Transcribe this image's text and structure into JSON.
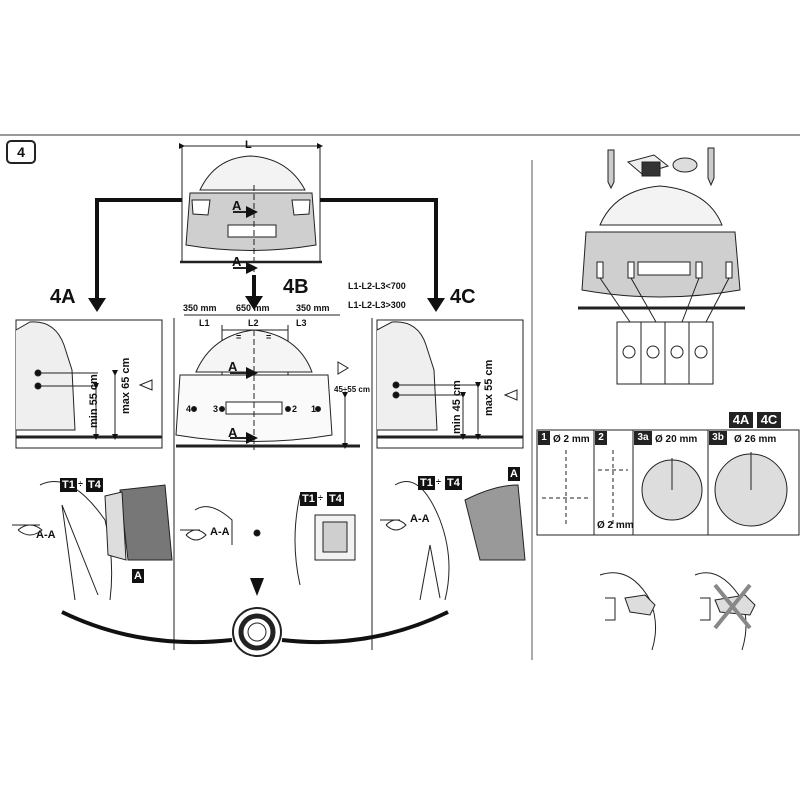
{
  "step_number": "4",
  "top_car": {
    "width_label": "L",
    "arrow_label_upper": "A",
    "arrow_label_lower": "A"
  },
  "variants": {
    "a": "4A",
    "b": "4B",
    "c": "4C"
  },
  "conditions": {
    "line1": "L1-L2-L3<700",
    "line2": "L1-L2-L3>300"
  },
  "dims_4b": {
    "l1_value": "350 mm",
    "l2_value": "650 mm",
    "l3_value": "350 mm",
    "l1": "L1",
    "l2": "L2",
    "l3": "L3",
    "eq1": "=",
    "eq2": "=",
    "pos1": "1",
    "pos2": "2",
    "pos3": "3",
    "pos4": "4",
    "height_range": "45÷55 cm",
    "arrow_upper": "A",
    "arrow_lower": "A"
  },
  "panel_4a": {
    "min": "min 55 cm",
    "max": "max 65 cm"
  },
  "panel_4c": {
    "min": "min 45 cm",
    "max": "max 55 cm"
  },
  "tools": {
    "t1": "T1",
    "sep": "÷",
    "t4": "T4",
    "section": "A-A",
    "marker": "A"
  },
  "drill_header": {
    "a": "4A",
    "c": "4C"
  },
  "drill_steps": [
    {
      "num": "1",
      "size": "Ø 2 mm"
    },
    {
      "num": "2",
      "size": "Ø 2 mm"
    },
    {
      "num": "3a",
      "size": "Ø 20 mm"
    },
    {
      "num": "3b",
      "size": "Ø 26 mm"
    }
  ]
}
